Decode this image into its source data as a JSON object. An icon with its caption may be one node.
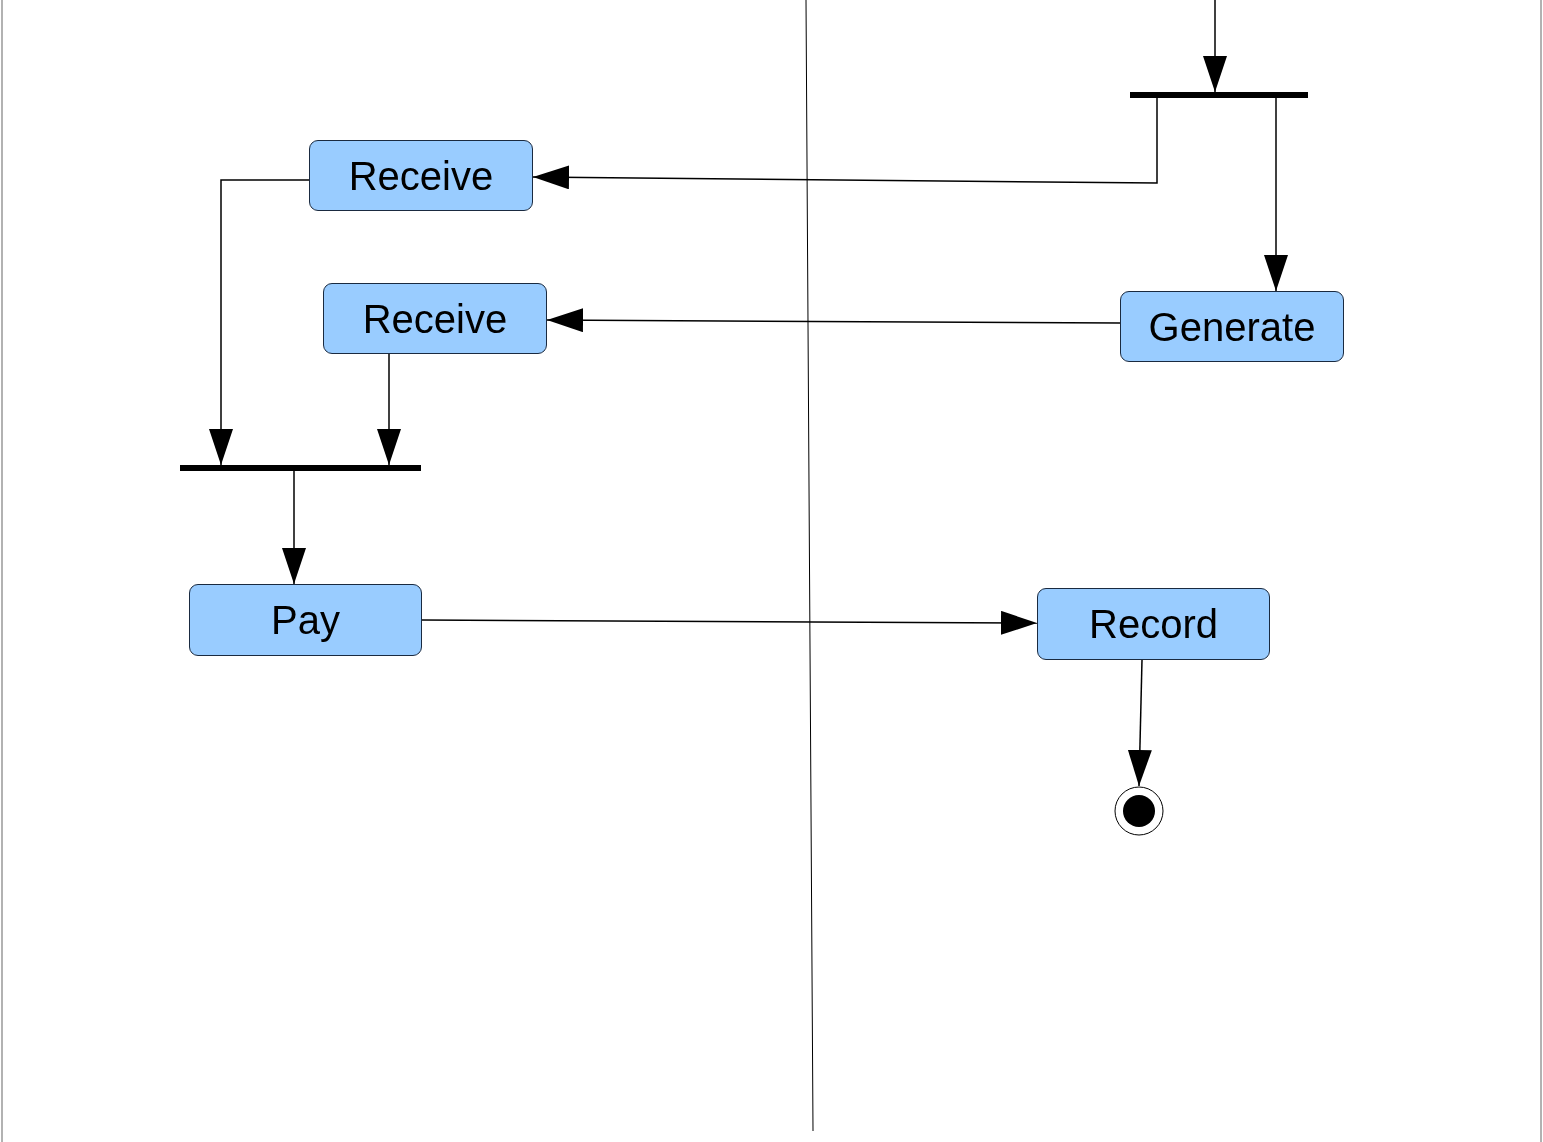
{
  "diagram": {
    "nodes": [
      {
        "text": [],
        "shape": "bar"
      },
      {
        "text": [
          "Receive"
        ]
      },
      {
        "text": [
          "Receive"
        ]
      },
      {
        "text": [
          "Generate"
        ]
      },
      {
        "text": [],
        "shape": "bar"
      },
      {
        "text": [
          "Pay"
        ]
      },
      {
        "text": [
          "Record"
        ]
      },
      {
        "text": [],
        "shape": "circle"
      }
    ],
    "edges": [
      {
        "from": null,
        "to": 0,
        "arrow": "to"
      },
      {
        "from": 0,
        "to": 1,
        "arrow": "to"
      },
      {
        "from": 0,
        "to": 3,
        "arrow": "to"
      },
      {
        "from": 3,
        "to": 2,
        "arrow": "to"
      },
      {
        "from": 1,
        "to": 4,
        "arrow": "to"
      },
      {
        "from": 2,
        "to": 4,
        "arrow": "to"
      },
      {
        "from": 4,
        "to": 5,
        "arrow": "to"
      },
      {
        "from": 5,
        "to": 6,
        "arrow": "to"
      },
      {
        "from": 6,
        "to": 7,
        "arrow": "to"
      }
    ]
  }
}
